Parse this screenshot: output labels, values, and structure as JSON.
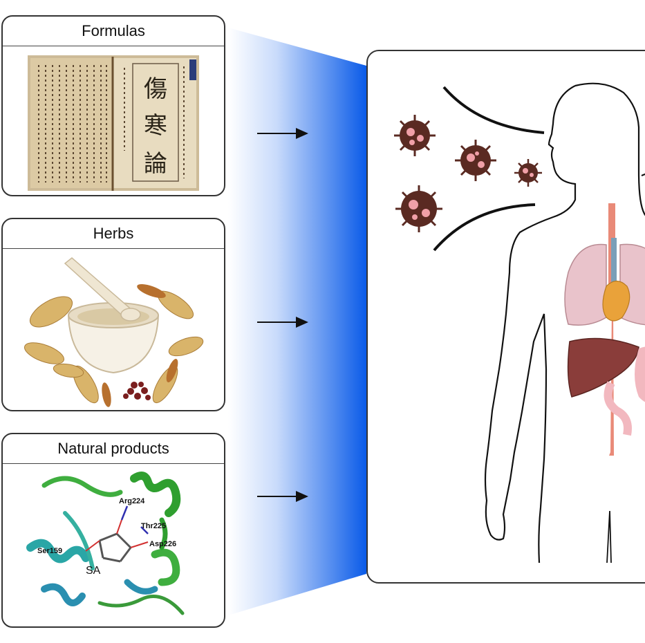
{
  "panels": {
    "formulas": {
      "title": "Formulas",
      "book_chars": [
        "傷",
        "寒",
        "論"
      ]
    },
    "herbs": {
      "title": "Herbs"
    },
    "natural_products": {
      "title": "Natural products",
      "residues": [
        "Arg224",
        "Thr225",
        "Asp226",
        "Ser159"
      ],
      "ligand": "SA"
    }
  },
  "colors": {
    "funnel_blue": "#0a5be8",
    "virus": "#5a2a22",
    "virus_spots": "#f0a0a8",
    "lung": "#e9c3cb",
    "liver": "#8a3d3a",
    "stomach": "#f2b8bf",
    "trachea": "#e98a78"
  },
  "icons": {
    "arrow": "arrow-right-icon",
    "virus": "virus-icon",
    "body": "human-body-outline-icon"
  }
}
